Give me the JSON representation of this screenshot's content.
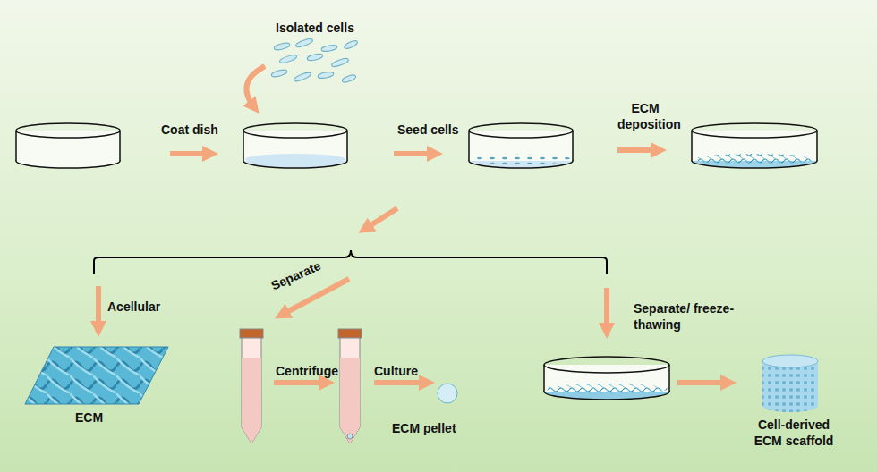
{
  "diagram": {
    "labels": [
      "Isolated cells",
      "Coat dish",
      "Seed cells",
      "ECM deposition",
      "Separate",
      "Acellular",
      "Separate/ freeze-thawing",
      "Centrifuge",
      "Culture",
      "ECM",
      "ECM pellet",
      "Cell-derived ECM scaffold"
    ]
  }
}
